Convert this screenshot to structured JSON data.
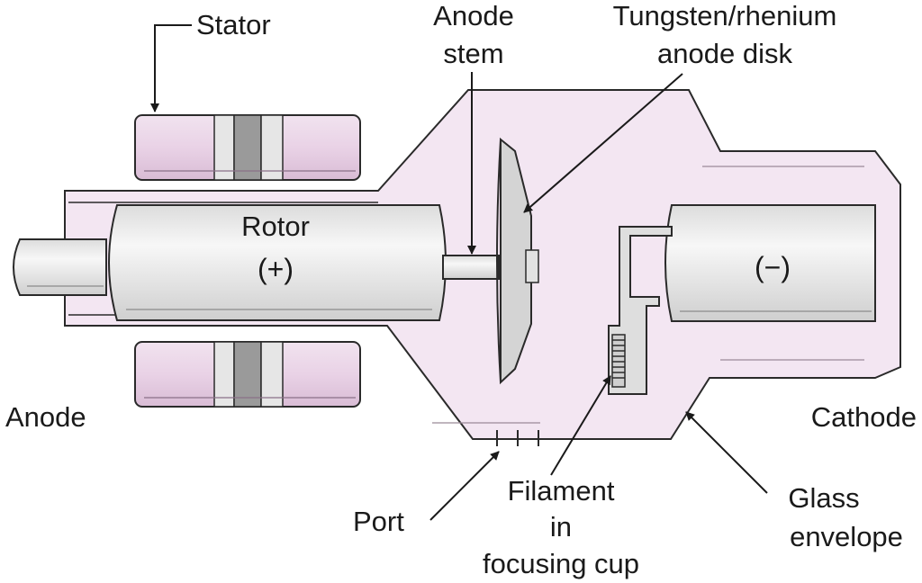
{
  "labels": {
    "stator": "Stator",
    "anode_stem_line1": "Anode",
    "anode_stem_line2": "stem",
    "disk_line1": "Tungsten/rhenium",
    "disk_line2": "anode disk",
    "rotor": "Rotor",
    "rotor_sign": "(+)",
    "cathode_sign": "(−)",
    "anode": "Anode",
    "cathode": "Cathode",
    "port": "Port",
    "filament_line1": "Filament",
    "filament_line2": "in",
    "filament_line3": "focusing cup",
    "glass_line1": "Glass",
    "glass_line2": "envelope"
  },
  "colors": {
    "envelope_fill": "#f3e6f2",
    "metal_light": "#eeeeee",
    "metal_mid": "#d6d6d6",
    "stator_pink": "#e6cde3",
    "outline": "#2a2a2a"
  }
}
